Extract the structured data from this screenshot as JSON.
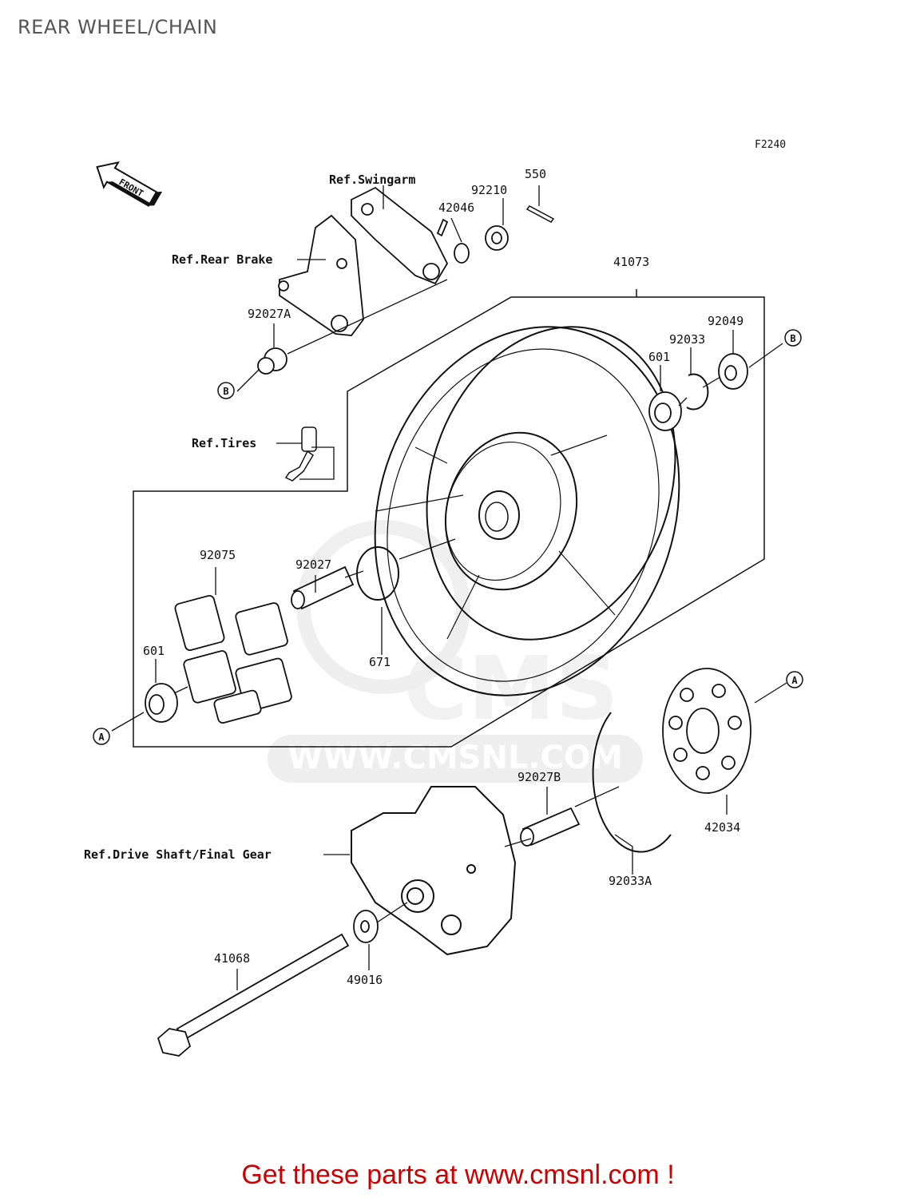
{
  "page": {
    "title": "REAR WHEEL/CHAIN",
    "figure_code": "F2240",
    "footer_text": "Get these parts at www.cmsnl.com !"
  },
  "diagram": {
    "front_arrow_label": "FRONT",
    "watermark": {
      "brand": "CMS",
      "url": "WWW.CMSNL.COM"
    },
    "connector_labels": {
      "a": "A",
      "b": "B"
    },
    "ref_labels": {
      "swingarm": "Ref.Swingarm",
      "rear_brake": "Ref.Rear Brake",
      "tires": "Ref.Tires",
      "drive_shaft": "Ref.Drive Shaft/Final Gear"
    },
    "parts": {
      "p550": "550",
      "p92210": "92210",
      "p42046": "42046",
      "p41073": "41073",
      "p92027A": "92027A",
      "p92049": "92049",
      "p92033": "92033",
      "p601_right": "601",
      "p92075": "92075",
      "p92027": "92027",
      "p671": "671",
      "p601_left": "601",
      "p92027B": "92027B",
      "p42034": "42034",
      "p92033A": "92033A",
      "p41068": "41068",
      "p49016": "49016"
    }
  }
}
